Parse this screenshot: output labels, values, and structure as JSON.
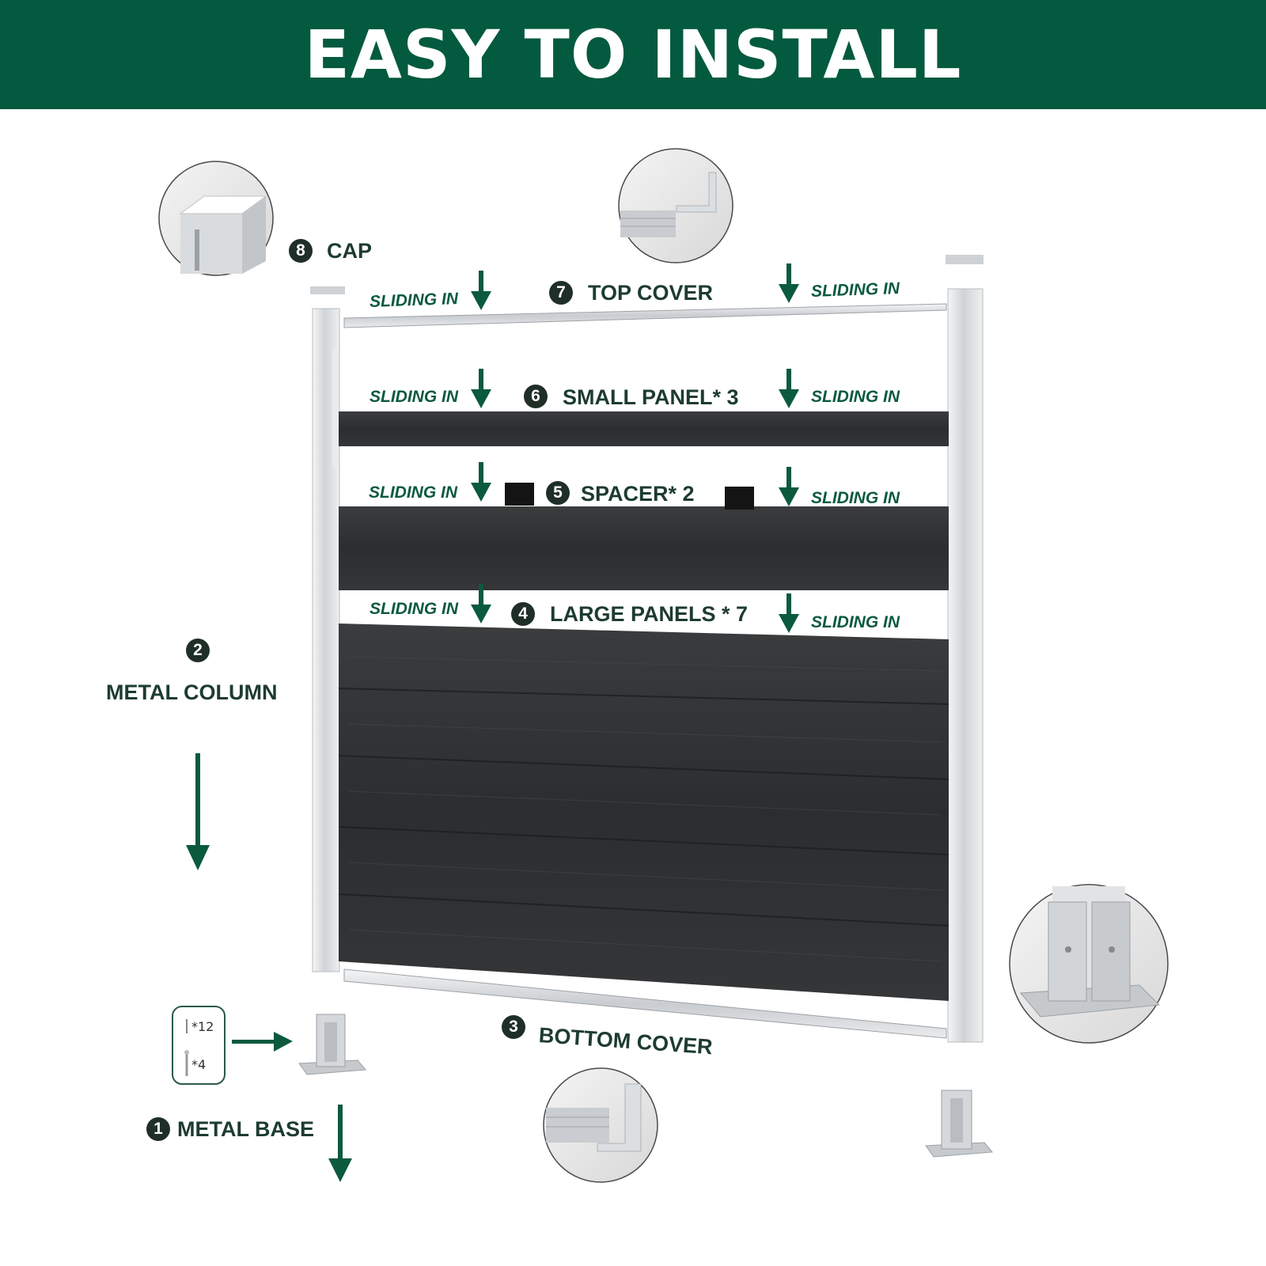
{
  "header": {
    "title": "EASY TO INSTALL"
  },
  "colors": {
    "brand_green": "#035a3e",
    "arrow_green": "#0b5a3e",
    "panel": "#2e3032",
    "metal": "#d7d9db"
  },
  "parts": [
    {
      "number": "8",
      "label": "CAP"
    },
    {
      "number": "7",
      "label": "TOP COVER"
    },
    {
      "number": "6",
      "label": "SMALL PANEL* 3"
    },
    {
      "number": "5",
      "label": "SPACER* 2"
    },
    {
      "number": "4",
      "label": "LARGE PANELS * 7"
    },
    {
      "number": "2",
      "label": "METAL COLUMN"
    },
    {
      "number": "3",
      "label": "BOTTOM COVER"
    },
    {
      "number": "1",
      "label": "METAL BASE"
    }
  ],
  "sliding_label": "SLIDING IN",
  "hardware": {
    "screws": "*12",
    "bolts": "*4"
  }
}
